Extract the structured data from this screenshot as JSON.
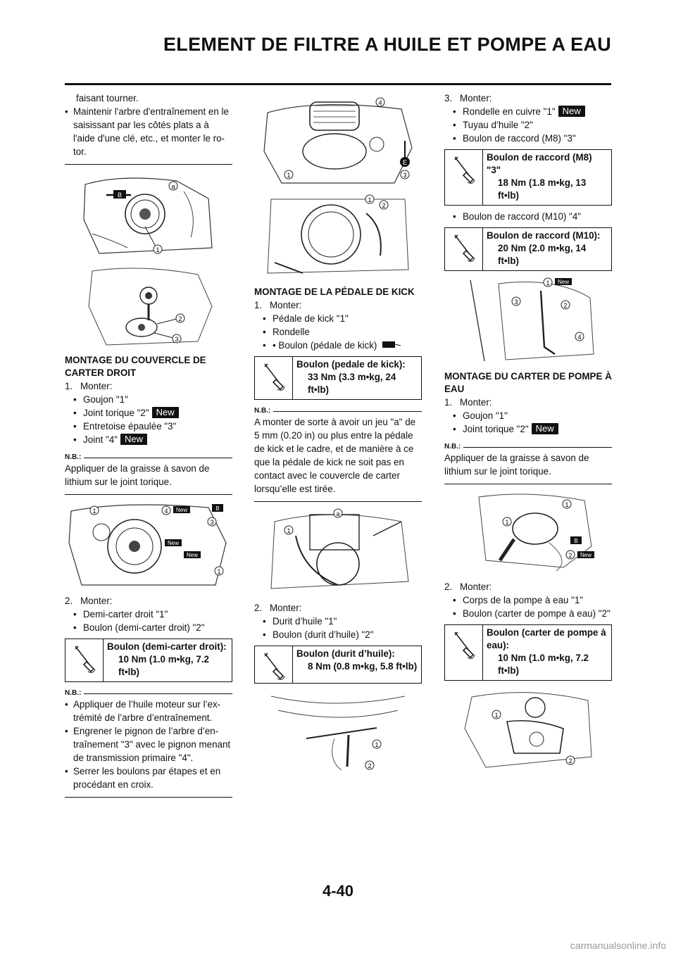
{
  "header": {
    "title": "ELEMENT DE FILTRE A HUILE ET POMPE A EAU"
  },
  "page": {
    "number": "4-40",
    "watermark": "carmanualsonline.info"
  },
  "badges": {
    "new": "New"
  },
  "col1": {
    "intro_line1": "faisant tourner.",
    "intro_bullet": "Maintenir l'arbre d'entraînement en le saisissant par les côtés plats a à l'aide d'une clé, etc., et monter le ro-tor.",
    "sec1_title": "MONTAGE DU COUVERCLE DE CARTER DROIT",
    "step1_num": "1.",
    "step1_label": "Monter:",
    "step1_items": [
      "Goujon \"1\"",
      "Joint torique \"2\"",
      "Entretoise épaulée \"3\"",
      "Joint \"4\""
    ],
    "nb_label": "N.B.:",
    "nb1_text": "Appliquer de la graisse à savon de lithium sur le joint torique.",
    "step2_num": "2.",
    "step2_label": "Monter:",
    "step2_items": [
      "Demi-carter droit \"1\"",
      "Boulon (demi-carter droit) \"2\""
    ],
    "torque1_title": "Boulon (demi-carter droit):",
    "torque1_value": "10 Nm (1.0 m•kg, 7.2 ft•lb)",
    "nb2_items": [
      "Appliquer de l’huile moteur sur l’ex-trémité de l’arbre d’entraînement.",
      "Engrener le pignon de l’arbre d’en-traînement \"3\" avec le pignon menant de transmission primaire \"4\".",
      "Serrer les boulons par étapes et en procédant en croix."
    ]
  },
  "col2": {
    "sec_title": "MONTAGE DE LA PÉDALE DE KICK",
    "step1_num": "1.",
    "step1_label": "Monter:",
    "step1_items": [
      "Pédale de kick \"1\"",
      "Rondelle",
      "• Boulon (pédale de kick)"
    ],
    "torque1_title": "Boulon (pedale de kick):",
    "torque1_value": "33 Nm (3.3 m•kg, 24 ft•lb)",
    "nb_label": "N.B.:",
    "nb_text": "A monter de sorte à avoir un jeu \"a\" de 5 mm (0.20 in) ou plus entre la pédale de kick et le cadre, et de manière à ce que la pédale de kick ne soit pas en contact avec le couvercle de carter lorsqu’elle est tirée.",
    "step2_num": "2.",
    "step2_label": "Monter:",
    "step2_items": [
      "Durit d’huile \"1\"",
      "Boulon (durit d’huile) \"2\""
    ],
    "torque2_title": "Boulon (durit d’huile):",
    "torque2_value": "8 Nm (0.8 m•kg, 5.8 ft•lb)"
  },
  "col3": {
    "step3_num": "3.",
    "step3_label": "Monter:",
    "step3_items": [
      "Rondelle en cuivre \"1\"",
      "Tuyau d’huile \"2\"",
      "Boulon de raccord (M8) \"3\""
    ],
    "torque1_title": "Boulon de raccord (M8) \"3\"",
    "torque1_value": "18 Nm (1.8 m•kg, 13 ft•lb)",
    "bullet_m10": "Boulon de raccord (M10) \"4\"",
    "torque2_title": "Boulon de raccord (M10):",
    "torque2_value": "20 Nm (2.0 m•kg, 14 ft•lb)",
    "sec_title": "MONTAGE DU CARTER DE POMPE À EAU",
    "step1_num": "1.",
    "step1_label": "Monter:",
    "step1_items": [
      "Goujon \"1\"",
      "Joint torique \"2\""
    ],
    "nb_label": "N.B.:",
    "nb_text": "Appliquer de la graisse à savon de lithium sur le joint torique.",
    "step2_num": "2.",
    "step2_label": "Monter:",
    "step2_items": [
      "Corps de la pompe à eau \"1\"",
      "Boulon (carter de pompe à eau) \"2\""
    ],
    "torque3_title": "Boulon (carter de pompe à eau):",
    "torque3_value": "10 Nm (1.0 m•kg, 7.2 ft•lb)"
  },
  "callouts": {
    "c1": "1",
    "c2": "2",
    "c3": "3",
    "c4": "4",
    "a": "a",
    "b": "B",
    "e": "E"
  }
}
